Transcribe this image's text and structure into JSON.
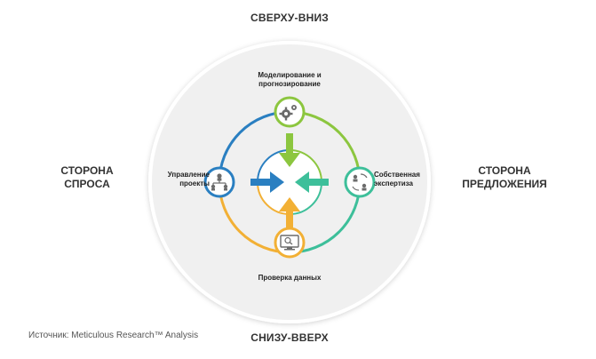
{
  "axes": {
    "top": "СВЕРХУ-ВНИЗ",
    "bottom": "СНИЗУ-ВВЕРХ",
    "left": "СТОРОНА\nСПРОСА",
    "right": "СТОРОНА\nПРЕДЛОЖЕНИЯ"
  },
  "nodes": {
    "top": {
      "label": "Моделирование и\nпрогнозирование",
      "icon": "gears-icon",
      "color": "#8cc63f"
    },
    "left": {
      "label": "Управление\nпроекты",
      "icon": "org-chart-icon",
      "color": "#2a7fc1"
    },
    "right": {
      "label": "Собственная\nэкспертиза",
      "icon": "people-cycle-icon",
      "color": "#3dbf9a"
    },
    "bottom": {
      "label": "Проверка данных",
      "icon": "monitor-search-icon",
      "color": "#f2b035"
    }
  },
  "source": "Источник: Meticulous Research™ Analysis",
  "colors": {
    "green": "#8cc63f",
    "blue": "#2a7fc1",
    "teal": "#3dbf9a",
    "orange": "#f2b035",
    "disc": "#f2f2f2",
    "ring": "#ffffff"
  }
}
